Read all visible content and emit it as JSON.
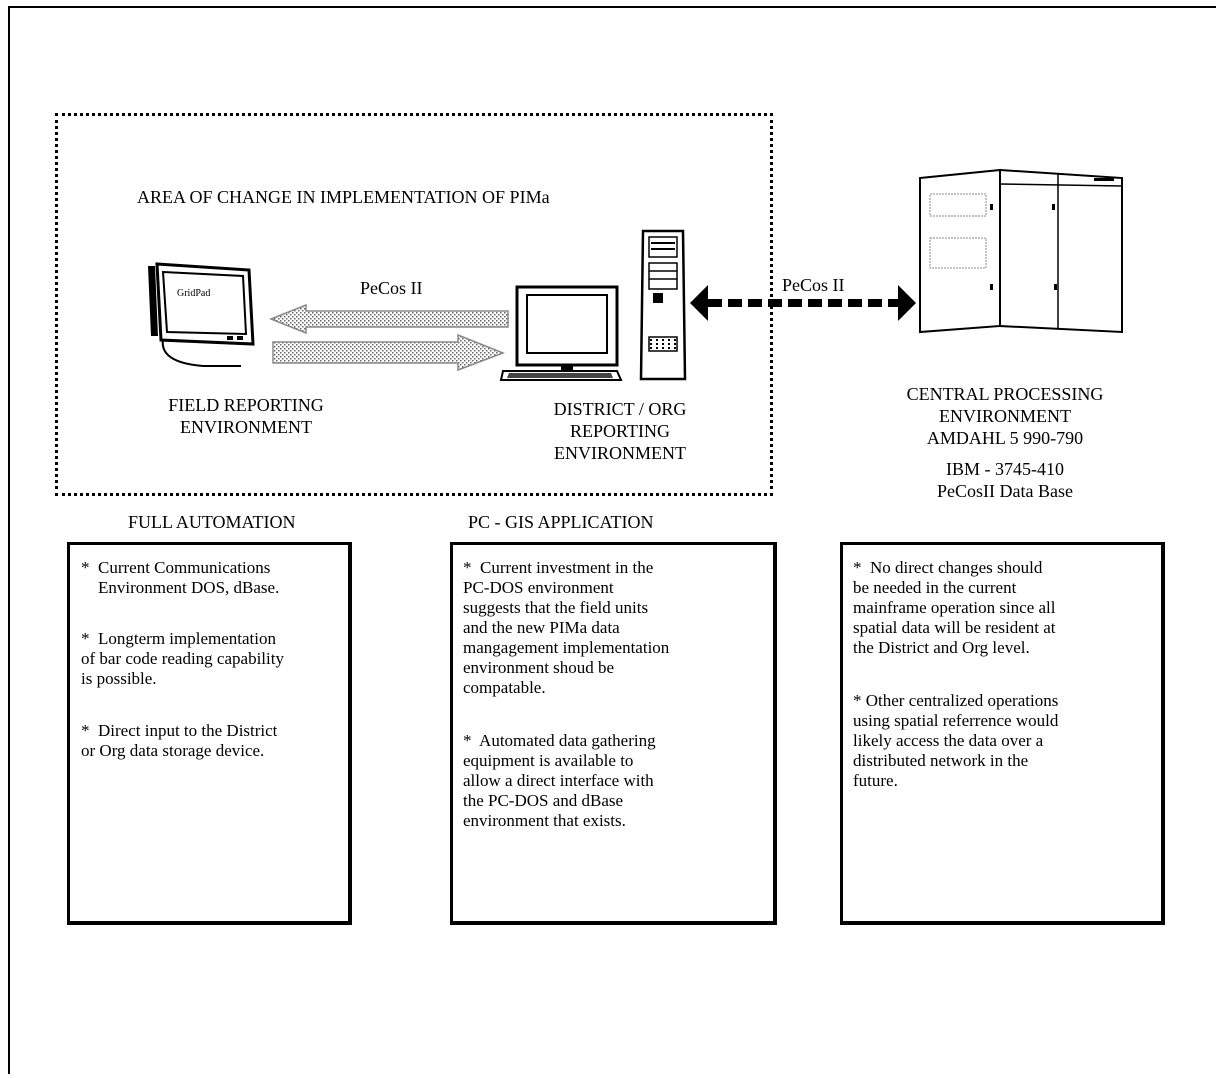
{
  "area_title": "AREA OF CHANGE IN  IMPLEMENTATION OF  PIMa",
  "gridpad_screen_label": "GridPad",
  "left_link_label": "PeCos II",
  "right_link_label": "PeCos II",
  "field_env": [
    "FIELD REPORTING",
    "ENVIRONMENT"
  ],
  "district_env": [
    "DISTRICT / ORG",
    "REPORTING",
    "ENVIRONMENT"
  ],
  "central_env": [
    "CENTRAL PROCESSING",
    "ENVIRONMENT",
    "AMDAHL 5 990-790"
  ],
  "central_extra": [
    "IBM - 3745-410",
    "PeCosII Data Base"
  ],
  "section_titles": [
    "FULL AUTOMATION",
    "PC -  GIS  APPLICATION"
  ],
  "box1": [
    "*  Current Communications",
    "    Environment DOS, dBase.",
    "",
    "*  Longterm implementation",
    "of bar code reading capability",
    "is possible.",
    "",
    "*  Direct input to the District",
    "or Org data storage device."
  ],
  "box2": [
    "*  Current investment in the",
    "PC-DOS environment",
    "suggests that the field units",
    "and the new PIMa data",
    "mangagement implementation",
    "environment shoud be",
    "compatable.",
    "",
    "*  Automated data gathering",
    "equipment is available to",
    "allow a direct interface with",
    "the PC-DOS and dBase",
    "environment that exists."
  ],
  "box3": [
    "*  No direct changes should",
    "be needed in the current",
    "mainframe operation since all",
    "spatial data will be resident at",
    "the District and Org level.",
    "",
    "* Other centralized operations",
    "using spatial referrence would",
    "likely access the data over a",
    "distributed network in the",
    "future."
  ],
  "icons": [
    "gridpad-tablet-icon",
    "desktop-computer-icon",
    "tower-server-icon",
    "mainframe-cabinet-icon"
  ]
}
